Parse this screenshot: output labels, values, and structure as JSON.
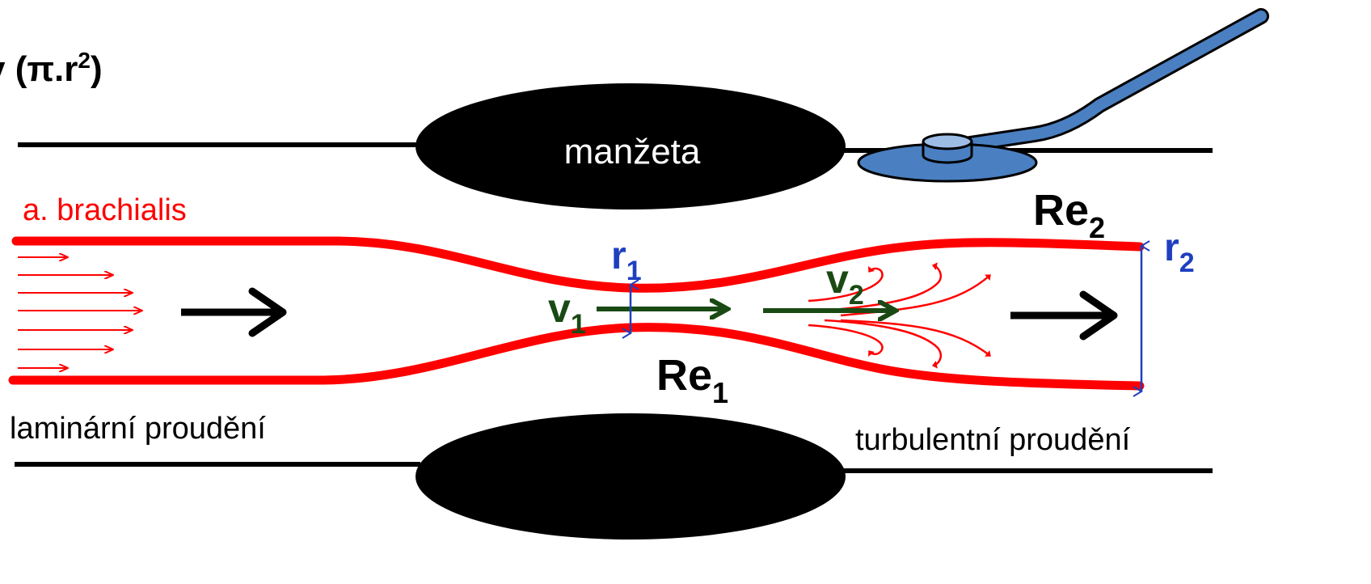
{
  "labels": {
    "formula_main": "v (π.r",
    "formula_sup": "2",
    "formula_close": ")",
    "cuff": "manžeta",
    "artery": "a. brachialis",
    "laminar": "laminární proudění",
    "turbulent": "turbulentní proudění",
    "re": "Re",
    "re1_sub": "1",
    "re2_sub": "2",
    "r": "r",
    "r1_sub": "1",
    "r2_sub": "2",
    "v": "v",
    "v1_sub": "1",
    "v2_sub": "2"
  },
  "colors": {
    "artery": "#ff0000",
    "radius": "#1f3fbf",
    "velocity": "#1a4a14",
    "cuff": "#000000",
    "stethoscope": "#4a7fc1",
    "stethoscope_light": "#9dbde6"
  }
}
